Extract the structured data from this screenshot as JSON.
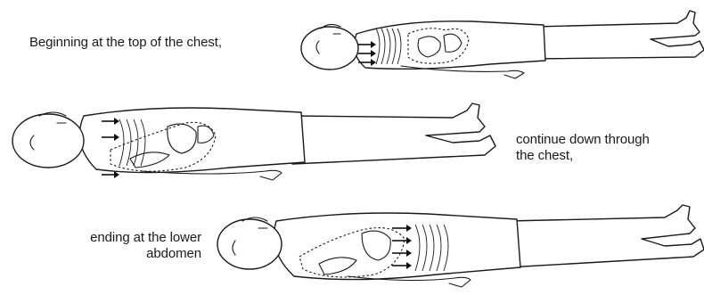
{
  "captions": {
    "step1": "Beginning at the top of the chest,",
    "step2_line1": "continue down through",
    "step2_line2": "the chest,",
    "step3_line1": "ending at the lower",
    "step3_line2": "abdomen"
  },
  "figures": [
    {
      "id": "figure-1",
      "focus_region": "top of the chest"
    },
    {
      "id": "figure-2",
      "focus_region": "middle of the chest"
    },
    {
      "id": "figure-3",
      "focus_region": "lower abdomen"
    }
  ],
  "colors": {
    "line": "#1a1a1a",
    "background": "#ffffff"
  }
}
